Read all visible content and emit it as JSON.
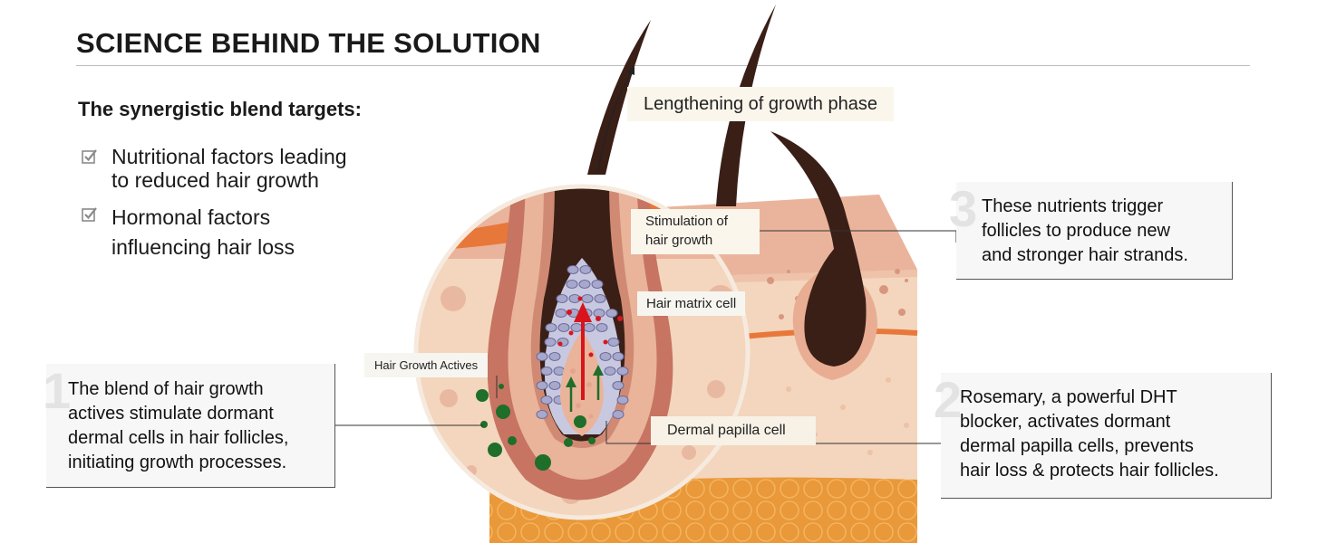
{
  "header": {
    "title": "SCIENCE BEHIND THE SOLUTION"
  },
  "intro": {
    "subtitle": "The synergistic blend targets:",
    "bullets": [
      {
        "line1": "Nutritional factors leading",
        "line2": "to reduced hair growth"
      },
      {
        "line1": "Hormonal factors",
        "line2": "influencing hair loss"
      }
    ]
  },
  "labels": {
    "lengthening": "Lengthening of growth phase",
    "stimulation_l1": "Stimulation of",
    "stimulation_l2": "hair growth",
    "matrix": "Hair matrix cell",
    "actives": "Hair Growth Actives",
    "papilla": "Dermal papilla cell"
  },
  "callouts": [
    {
      "number": "1",
      "lines": [
        "The blend of hair growth",
        "actives stimulate dormant",
        "dermal cells in hair follicles,",
        "initiating growth processes."
      ]
    },
    {
      "number": "2",
      "lines": [
        "Rosemary, a powerful DHT",
        "blocker, activates dormant",
        "dermal papilla cells, prevents",
        "hair loss & protects hair follicles."
      ]
    },
    {
      "number": "3",
      "lines": [
        "These nutrients trigger",
        "follicles to produce new",
        "and stronger hair strands."
      ]
    }
  ],
  "colors": {
    "hair": "#3a1f17",
    "skin_top": "#eab49c",
    "skin_mid": "#f3d6bd",
    "fat": "#e9983a",
    "orange_line": "#e8783a",
    "follicle_outer": "#c77462",
    "follicle_inner": "#e9b49a",
    "matrix_cell": "#a7a8cc",
    "actives_green": "#1f6e2a",
    "signal_red": "#d8151c"
  }
}
